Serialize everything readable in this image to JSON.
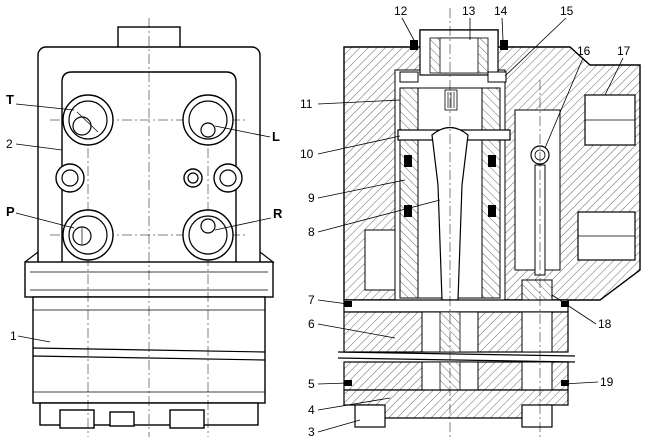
{
  "left_view": {
    "port_labels": {
      "T": "T",
      "L": "L",
      "P": "P",
      "R": "R"
    },
    "callouts": {
      "n1": "1",
      "n2": "2"
    }
  },
  "right_view": {
    "callouts": {
      "n3": "3",
      "n4": "4",
      "n5": "5",
      "n6": "6",
      "n7": "7",
      "n8": "8",
      "n9": "9",
      "n10": "10",
      "n11": "11",
      "n12": "12",
      "n13": "13",
      "n14": "14",
      "n15": "15",
      "n16": "16",
      "n17": "17",
      "n18": "18",
      "n19": "19"
    }
  }
}
